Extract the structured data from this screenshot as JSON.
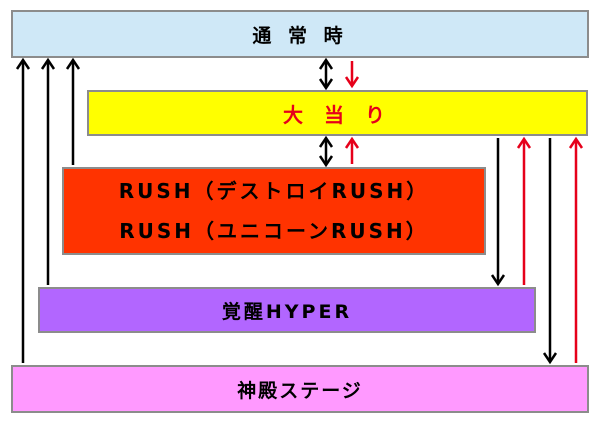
{
  "states": {
    "normal": {
      "label": "通 常 時",
      "color": "#cfe8f7"
    },
    "jackpot": {
      "label": "大 当 り",
      "color": "#ffff00",
      "text_color": "#e6001a"
    },
    "rush": {
      "line1": "RUSH（デストロイRUSH）",
      "line2": "RUSH（ユニコーンRUSH）",
      "color": "#ff3300"
    },
    "hyper": {
      "label": "覚醒HYPER",
      "color": "#b266ff"
    },
    "shinden": {
      "label": "神殿ステージ",
      "color": "#ff99ff"
    }
  },
  "arrow_colors": {
    "black": "#000000",
    "red": "#e6001a"
  },
  "transitions": [
    {
      "from": "normal",
      "to": "jackpot",
      "color": "black"
    },
    {
      "from": "jackpot",
      "to": "normal",
      "color": "red"
    },
    {
      "from": "jackpot",
      "to": "rush",
      "color": "black"
    },
    {
      "from": "rush",
      "to": "jackpot",
      "color": "red"
    },
    {
      "from": "rush",
      "to": "normal",
      "color": "black"
    },
    {
      "from": "hyper",
      "to": "normal",
      "color": "black"
    },
    {
      "from": "shinden",
      "to": "normal",
      "color": "black"
    },
    {
      "from": "jackpot",
      "to": "hyper",
      "color": "black"
    },
    {
      "from": "hyper",
      "to": "jackpot",
      "color": "red"
    },
    {
      "from": "jackpot",
      "to": "shinden",
      "color": "black"
    },
    {
      "from": "shinden",
      "to": "jackpot",
      "color": "red"
    }
  ]
}
